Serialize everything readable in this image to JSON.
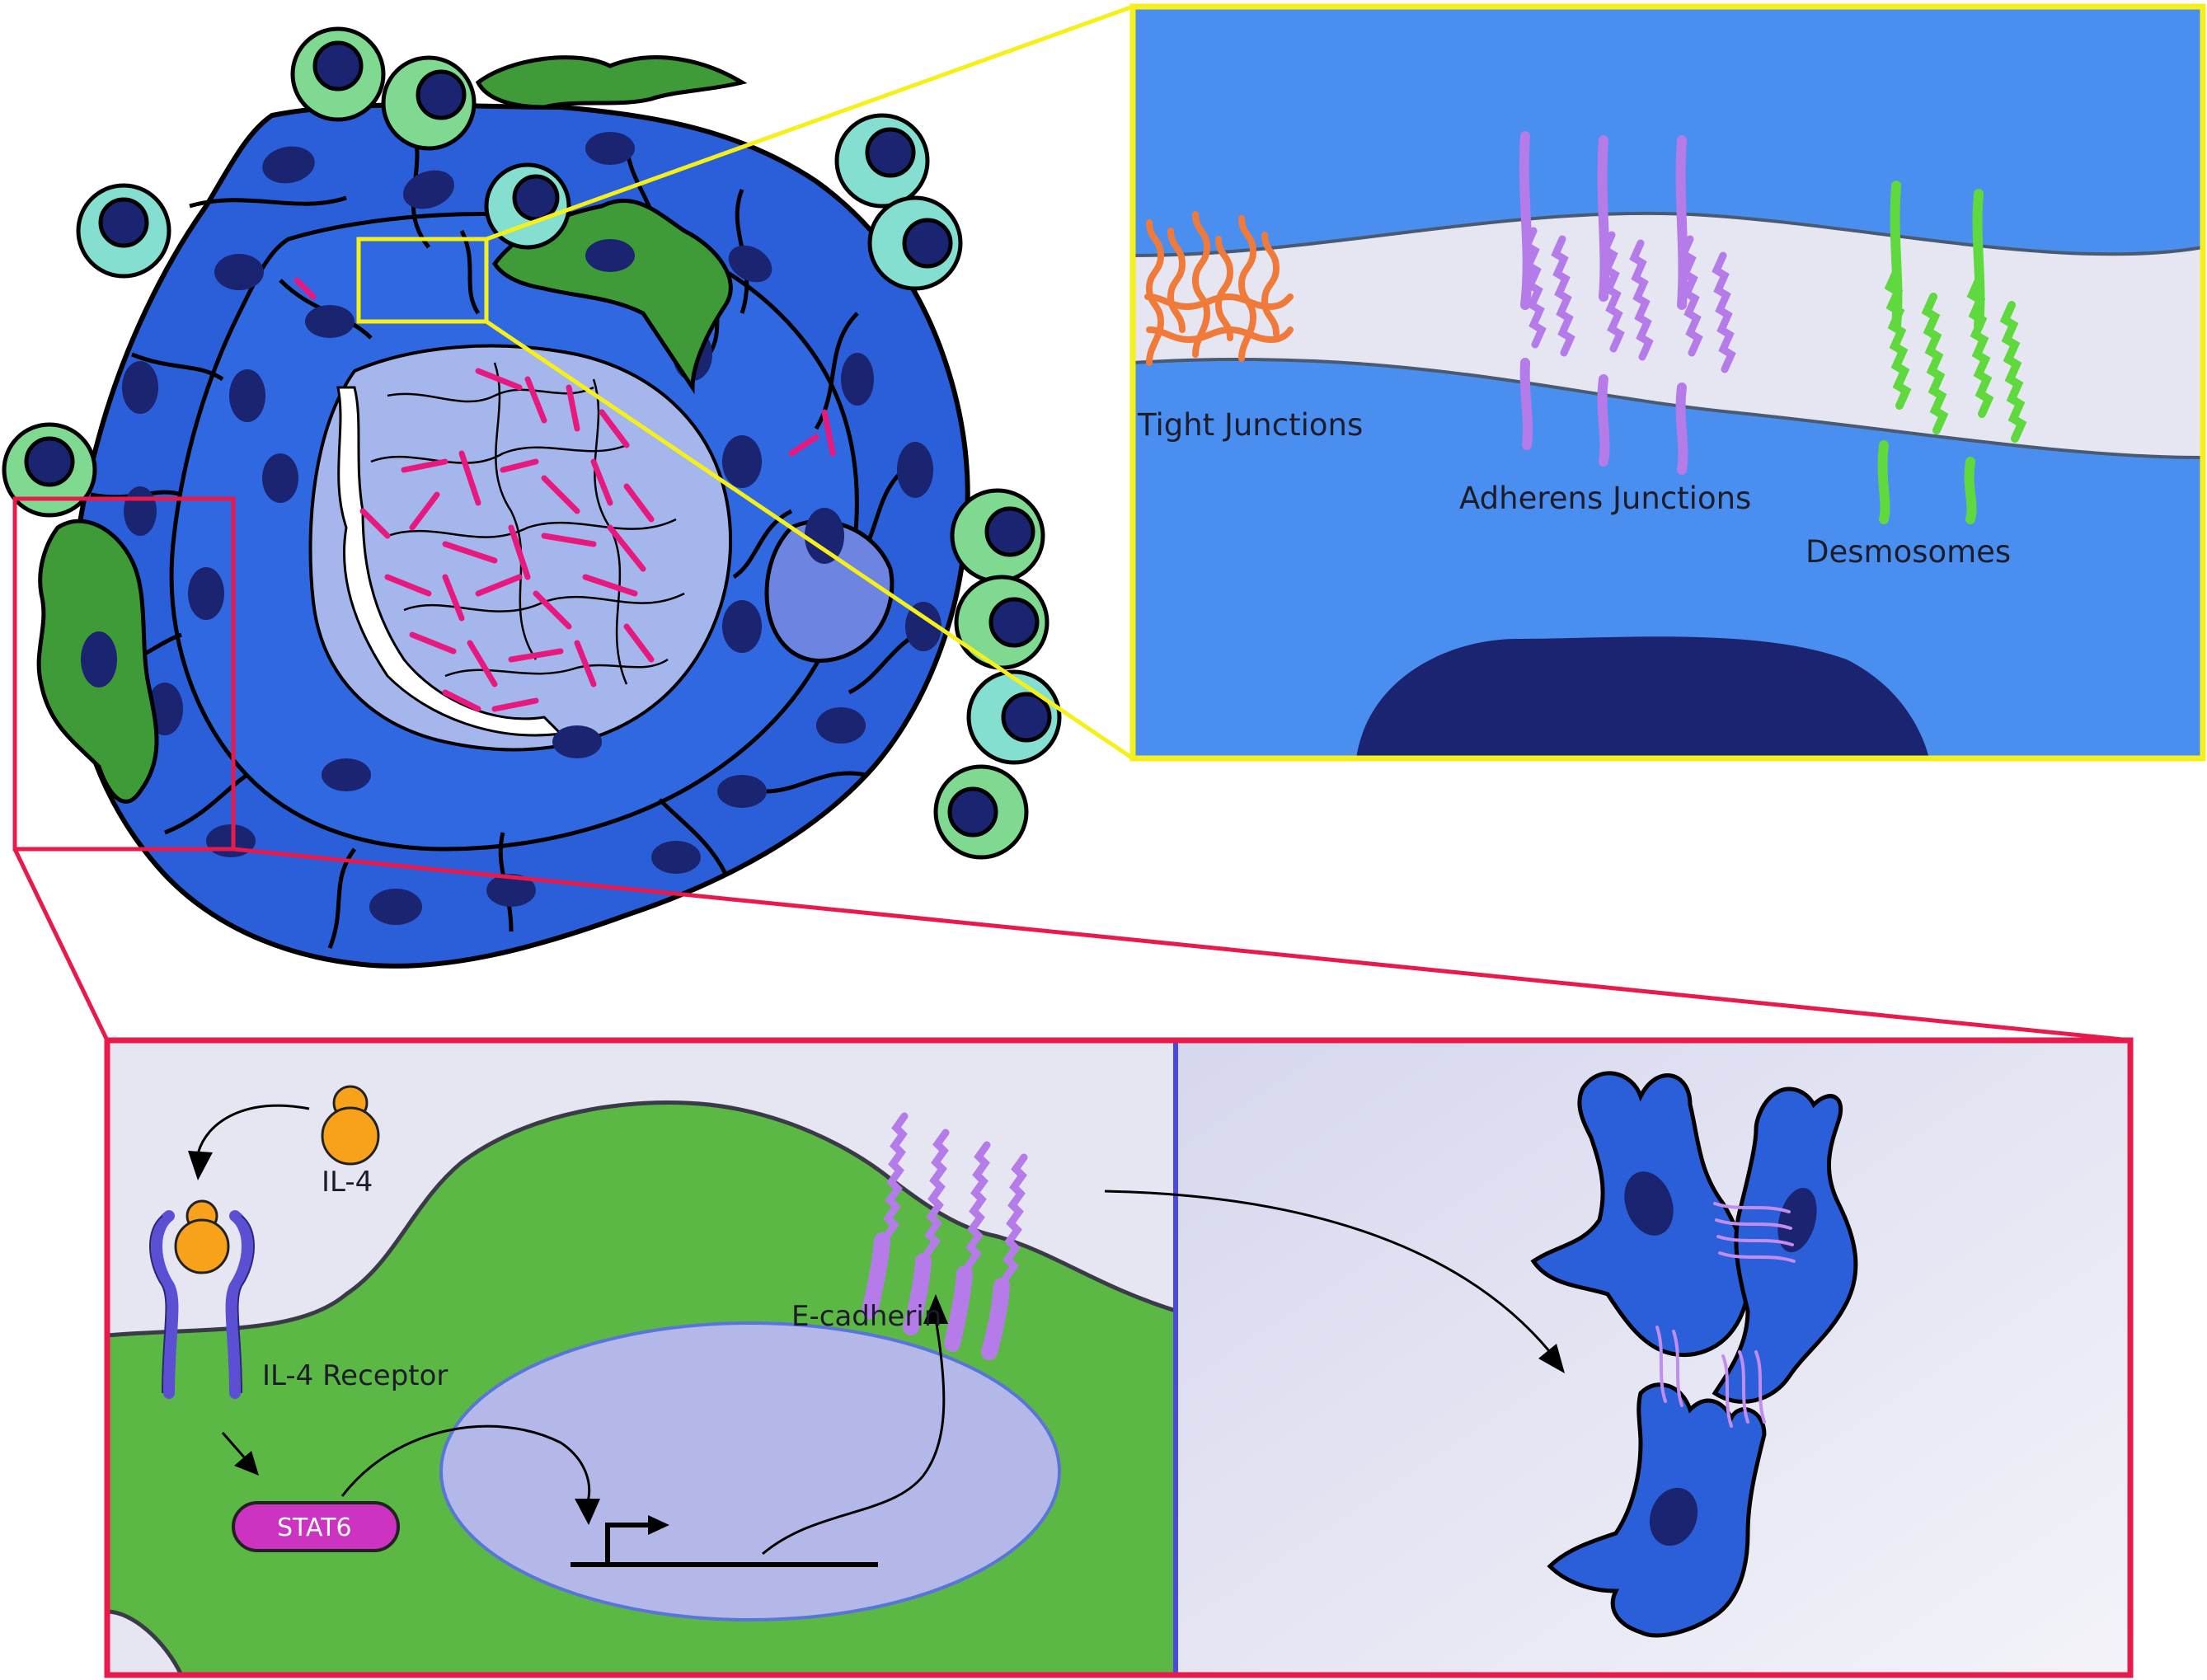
{
  "junction_panel": {
    "tight_label": "Tight Junctions",
    "adherens_label": "Adherens Junctions",
    "desmosome_label": "Desmosomes"
  },
  "signaling_panel": {
    "il4_label": "IL-4",
    "receptor_label": "IL-4 Receptor",
    "stat6_label": "STAT6",
    "ecadherin_label": "E-cadherin"
  },
  "colors": {
    "epithelial_cell": "#2a5fd9",
    "nucleus": "#1a2470",
    "dendritic_cell": "#3e9b38",
    "leukocyte_light": "#7fd991",
    "leukocyte_teal": "#84dfd0",
    "crystal": "#e8197e",
    "adherens": "#b57be8",
    "desmosome": "#5fd93e",
    "tight_junction": "#f07a3a",
    "il4": "#f7a21a",
    "receptor": "#5b4fd4",
    "stat6": "#cc33c0",
    "cell_green": "#5cb844",
    "yellow_box": "#f5f01a",
    "red_box": "#e8194b"
  }
}
